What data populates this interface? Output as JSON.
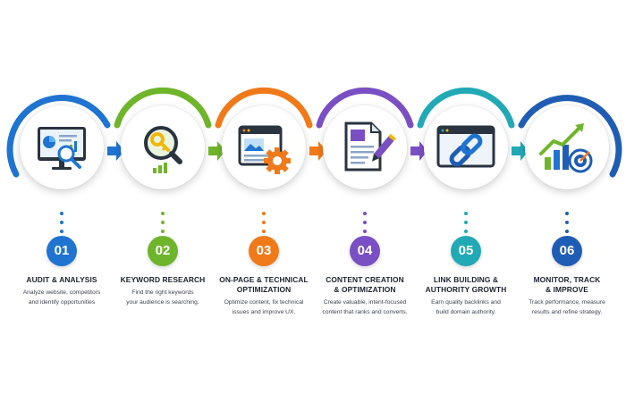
{
  "steps": [
    {
      "number": "01",
      "title": [
        "AUDIT & ANALYSIS"
      ],
      "desc": [
        "Analyze website, competitors",
        "and identify opportunities"
      ],
      "color": "#1f74d1",
      "icon": "monitor-analytics-icon"
    },
    {
      "number": "02",
      "title": [
        "KEYWORD RESEARCH"
      ],
      "desc": [
        "Find the right keywords",
        "your audience is searching."
      ],
      "color": "#6fb52b",
      "icon": "key-magnifier-icon"
    },
    {
      "number": "03",
      "title": [
        "ON-PAGE & TECHNICAL",
        "OPTIMIZATION"
      ],
      "desc": [
        "Optimize content, fix technical",
        "issues and improve UX."
      ],
      "color": "#f07a1a",
      "icon": "webpage-gear-icon"
    },
    {
      "number": "04",
      "title": [
        "CONTENT CREATION",
        "& OPTIMIZATION"
      ],
      "desc": [
        "Create valuable, intent-focused",
        "content that ranks and converts."
      ],
      "color": "#7a4fc4",
      "icon": "document-pen-icon"
    },
    {
      "number": "05",
      "title": [
        "LINK BUILDING &",
        "AUTHORITY GROWTH"
      ],
      "desc": [
        "Earn quality backlinks and",
        "build domain authority."
      ],
      "color": "#22a9b6",
      "icon": "chain-link-icon"
    },
    {
      "number": "06",
      "title": [
        "MONITOR, TRACK",
        "& IMPROVE"
      ],
      "desc": [
        "Track performance, measure",
        "results and refine strategy."
      ],
      "color": "#1f5db5",
      "icon": "growth-chart-target-icon"
    }
  ]
}
